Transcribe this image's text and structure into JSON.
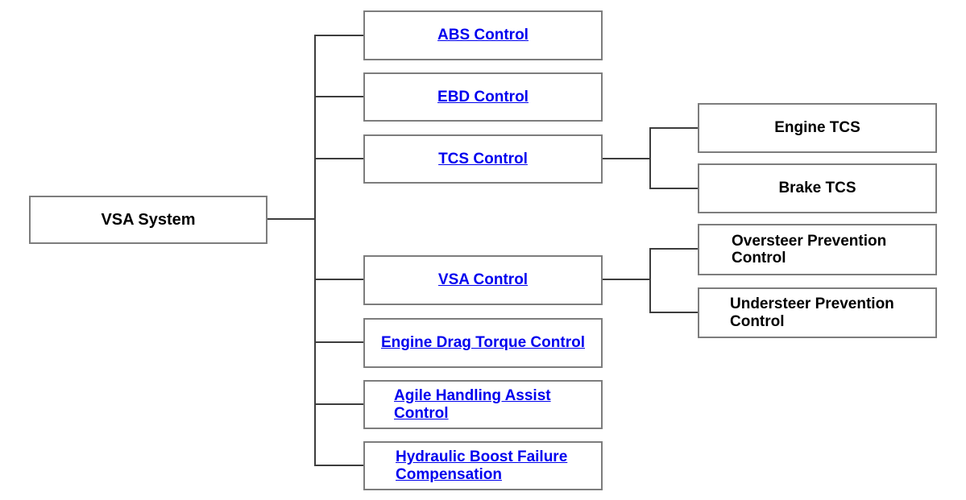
{
  "colors": {
    "background": "#ffffff",
    "box_border": "#7d7d7d",
    "connector_line": "#3d3d3d",
    "link_text": "#0000ee",
    "static_text": "#000000"
  },
  "nodes": {
    "root": {
      "label": "VSA System"
    },
    "abs": {
      "label": "ABS Control"
    },
    "ebd": {
      "label": "EBD Control"
    },
    "tcs": {
      "label": "TCS Control"
    },
    "vsa": {
      "label": "VSA Control"
    },
    "engine_drag": {
      "label": "Engine Drag Torque Control"
    },
    "agile": {
      "line1": "Agile Handling Assist",
      "line2": "Control"
    },
    "hydraulic": {
      "line1": "Hydraulic Boost Failure",
      "line2": "Compensation"
    },
    "engine_tcs": {
      "label": "Engine TCS"
    },
    "brake_tcs": {
      "label": "Brake TCS"
    },
    "oversteer": {
      "line1": "Oversteer Prevention",
      "line2": "Control"
    },
    "understeer": {
      "line1": "Understeer Prevention",
      "line2": "Control"
    }
  }
}
